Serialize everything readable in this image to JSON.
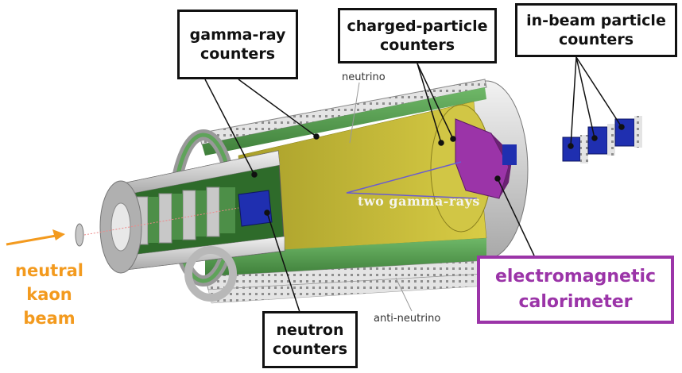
{
  "labels": {
    "gamma_ray": [
      "gamma-ray",
      "counters"
    ],
    "charged_particle": [
      "charged-particle",
      "counters"
    ],
    "in_beam": [
      "in-beam particle",
      "counters"
    ],
    "neutron": [
      "neutron",
      "counters"
    ],
    "calorimeter": [
      "electromagnetic",
      "calorimeter"
    ],
    "beam": [
      "neutral",
      "kaon",
      "beam"
    ],
    "neutrino": "neutrino",
    "anti_neutrino": "anti-neutrino",
    "two_gamma": "two gamma-rays"
  },
  "colors": {
    "green": "#5fa35a",
    "yellow": "#c9bd3a",
    "purple": "#9b34a8",
    "blue": "#1f2fb0",
    "orange": "#f39a1e",
    "grey": "#d4d4d4"
  }
}
